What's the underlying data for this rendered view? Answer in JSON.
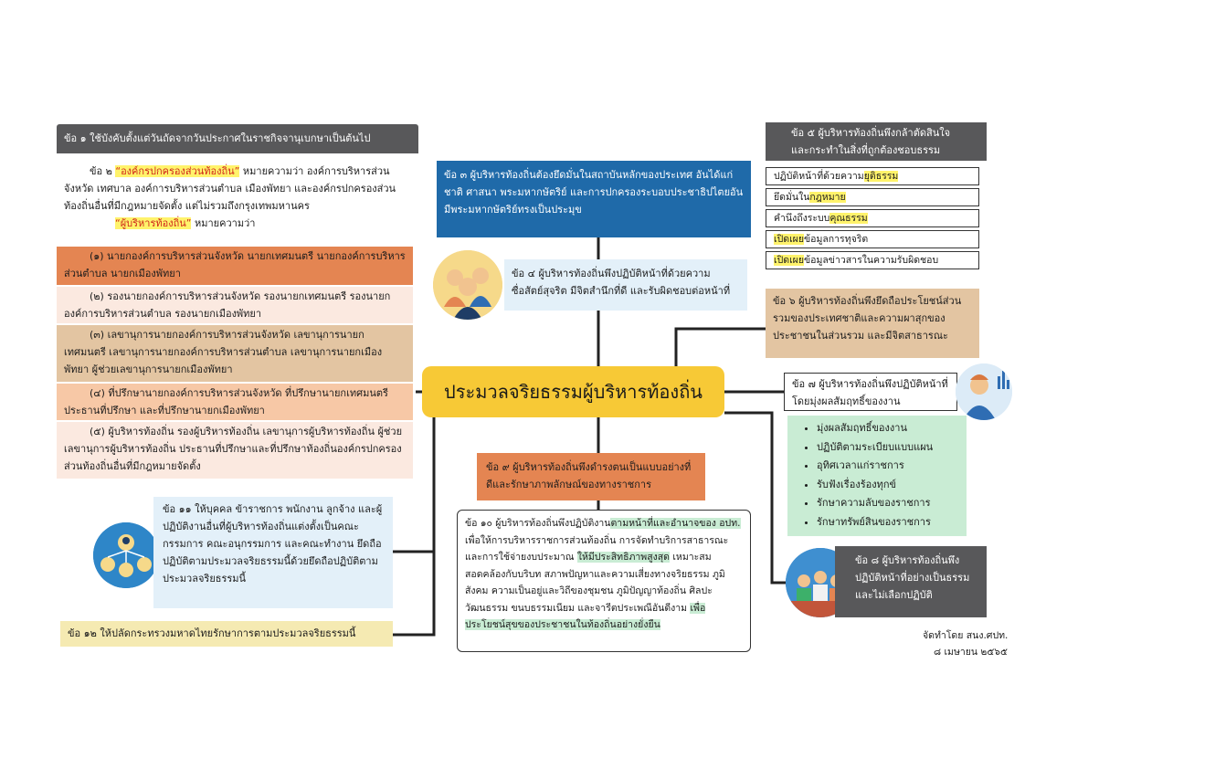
{
  "center_title": "ประมวลจริยธรรมผู้บริหารท้องถิ่น",
  "art1": "ข้อ ๑ ใช้บังคับตั้งแต่วันถัดจากวันประกาศในราชกิจจานุเบกษาเป็นต้นไป",
  "art2": {
    "prefix": "ข้อ ๒ ",
    "term1": "“องค์กรปกครองส่วนท้องถิ่น”",
    "def1": " หมายความว่า องค์การบริหารส่วนจังหวัด เทศบาล องค์การบริหารส่วนตำบล เมืองพัทยา และองค์กรปกครองส่วนท้องถิ่นอื่นที่มีกฎหมายจัดตั้ง แต่ไม่รวมถึงกรุงเทพมหานคร",
    "term2": "“ผู้บริหารท้องถิ่น”",
    "def2": " หมายความว่า",
    "items": [
      "(๑) นายกองค์การบริหารส่วนจังหวัด นายกเทศมนตรี นายกองค์การบริหารส่วนตำบล นายกเมืองพัทยา",
      "(๒) รองนายกองค์การบริหารส่วนจังหวัด รองนายกเทศมนตรี รองนายกองค์การบริหารส่วนตำบล รองนายกเมืองพัทยา",
      "(๓) เลขานุการนายกองค์การบริหารส่วนจังหวัด เลขานุการนายกเทศมนตรี เลขานุการนายกองค์การบริหารส่วนตำบล เลขานุการนายกเมืองพัทยา ผู้ช่วยเลขานุการนายกเมืองพัทยา",
      "(๔) ที่ปรึกษานายกองค์การบริหารส่วนจังหวัด ที่ปรึกษานายกเทศมนตรี ประธานที่ปรึกษา และที่ปรึกษานายกเมืองพัทยา",
      "(๕) ผู้บริหารท้องถิ่น รองผู้บริหารท้องถิ่น เลขานุการผู้บริหารท้องถิ่น ผู้ช่วยเลขานุการผู้บริหารท้องถิ่น ประธานที่ปรึกษาและที่ปรึกษาท้องถิ่นองค์กรปกครองส่วนท้องถิ่นอื่นที่มีกฎหมายจัดตั้ง"
    ]
  },
  "art3": "ข้อ ๓ ผู้บริหารท้องถิ่นต้องยึดมั่นในสถาบันหลักของประเทศ อันได้แก่ ชาติ ศาสนา พระมหากษัตริย์ และการปกครองระบอบประชาธิปไตยอันมีพระมหากษัตริย์ทรงเป็นประมุข",
  "art4": "ข้อ ๔ ผู้บริหารท้องถิ่นพึงปฏิบัติหน้าที่ด้วยความซื่อสัตย์สุจริต มีจิตสำนึกที่ดี และรับผิดชอบต่อหน้าที่",
  "art5": {
    "title": "ข้อ ๕ ผู้บริหารท้องถิ่นพึงกล้าตัดสินใจและกระทำในสิ่งที่ถูกต้องชอบธรรม",
    "items": [
      {
        "pre": "ปฏิบัติหน้าที่ด้วยความ",
        "hl": "ยุติธรรม",
        "post": ""
      },
      {
        "pre": "ยึดมั่นใน",
        "hl": "กฎหมาย",
        "post": ""
      },
      {
        "pre": "คำนึงถึงระบบ",
        "hl": "คุณธรรม",
        "post": ""
      },
      {
        "pre": "",
        "hl": "เปิดเผย",
        "post": "ข้อมูลการทุจริต"
      },
      {
        "pre": "",
        "hl": "เปิดเผย",
        "post": "ข้อมูลข่าวสารในความรับผิดชอบ"
      }
    ]
  },
  "art6": "ข้อ ๖ ผู้บริหารท้องถิ่นพึงยึดถือประโยชน์ส่วนรวมของประเทศชาติและความผาสุกของประชาชนในส่วนรวม และมีจิตสาธารณะ",
  "art7": {
    "title": "ข้อ ๗ ผู้บริหารท้องถิ่นพึงปฏิบัติหน้าที่โดยมุ่งผลสัมฤทธิ์ของงาน",
    "items": [
      "มุ่งผลสัมฤทธิ์ของงาน",
      "ปฏิบัติตามระเบียบแบบแผน",
      "อุทิศเวลาแก่ราชการ",
      "รับฟังเรื่องร้องทุกข์",
      "รักษาความลับของราชการ",
      "รักษาทรัพย์สินของราชการ"
    ]
  },
  "art8": "ข้อ ๘ ผู้บริหารท้องถิ่นพึงปฏิบัติหน้าที่อย่างเป็นธรรมและไม่เลือกปฏิบัติ",
  "art9": "ข้อ ๙ ผู้บริหารท้องถิ่นพึงดำรงตนเป็นแบบอย่างที่ดีและรักษาภาพลักษณ์ของทางราชการ",
  "art10": {
    "a": "ข้อ ๑๐ ผู้บริหารท้องถิ่นพึงปฏิบัติงาน",
    "b": "ตามหน้าที่และอำนาจของ อปท.",
    "c": " เพื่อให้การบริหารราชการส่วนท้องถิ่น การจัดทำบริการสาธารณะ และการใช้จ่ายงบประมาณ ",
    "d": "ให้มีประสิทธิภาพสูงสุด",
    "e": " เหมาะสม สอดคล้องกับบริบท สภาพปัญหาและความเสี่ยงทางจริยธรรม ภูมิสังคม ความเป็นอยู่และวิถีของชุมชน ภูมิปัญญาท้องถิ่น ศิลปะ วัฒนธรรม ขนบธรรมเนียม และจารีตประเพณีอันดีงาม ",
    "f": "เพื่อประโยชน์สุขของประชาชนในท้องถิ่นอย่างยั่งยืน"
  },
  "art11": "ข้อ ๑๑ ให้บุคคล ข้าราชการ พนักงาน ลูกจ้าง และผู้ปฏิบัติงานอื่นที่ผู้บริหารท้องถิ่นแต่งตั้งเป็นคณะกรรมการ คณะอนุกรรมการ และคณะทำงาน ยึดถือปฏิบัติตามประมวลจริยธรรมนี้ด้วยยึดถือปฏิบัติตามประมวลจริยธรรมนี้",
  "art12": "ข้อ ๑๒ ให้ปลัดกระทรวงมหาดไทยรักษาการตามประมวลจริยธรรมนี้",
  "credit": {
    "line1": "จัดทำโดย สนง.ศปท.",
    "line2": "๘ เมษายน ๒๕๖๕"
  },
  "colors": {
    "center": "#f7c936",
    "blue": "#1f6aa9",
    "dark": "#58585a",
    "orange": "#e48552",
    "green": "#c9ecd4",
    "highlight": "#fff36b"
  }
}
